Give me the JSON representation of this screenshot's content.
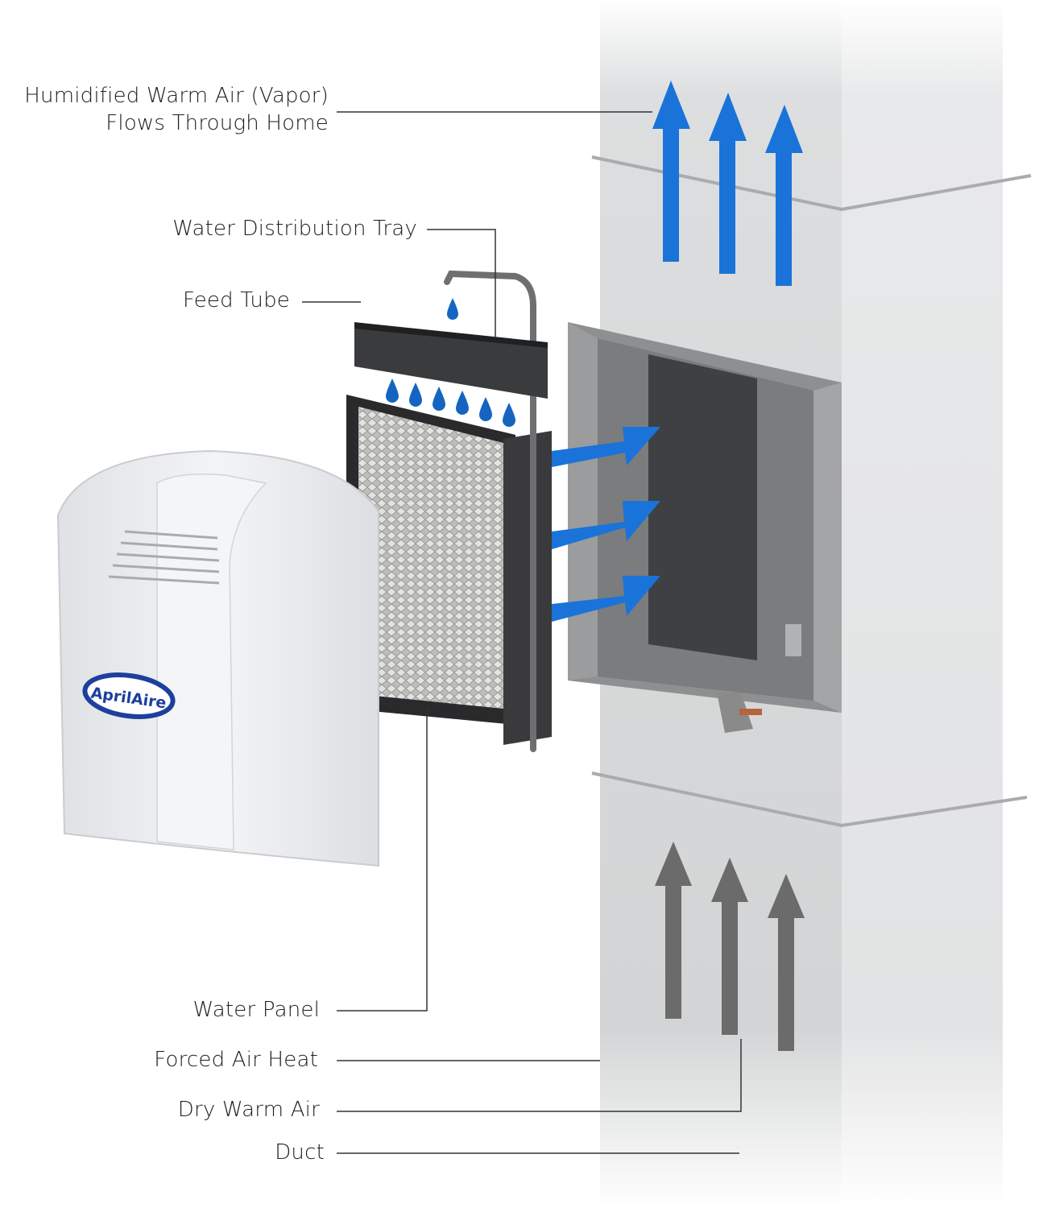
{
  "diagram": {
    "title": "",
    "brand_logo_text": "AprilAire",
    "colors": {
      "vapor_arrow": "#1a73d9",
      "dry_air_arrow": "#6b6b6b",
      "water_drop": "#1565c0",
      "duct": "#d6d8d9",
      "unit_body": "#eceef0",
      "logo_ring": "#1d3f9e",
      "label_text": "#1e1e1e",
      "leader_line": "#333333"
    },
    "labels": {
      "humidified_line1": "Humidified Warm Air (Vapor)",
      "humidified_line2": "Flows Through Home",
      "water_tray": "Water Distribution Tray",
      "feed_tube": "Feed Tube",
      "water_panel": "Water Panel",
      "forced_air": "Forced Air Heat",
      "dry_air": "Dry Warm Air",
      "duct": "Duct"
    },
    "components": [
      "humidifier-cover",
      "water-panel",
      "water-distribution-tray",
      "feed-tube",
      "mounting-housing",
      "supply-duct",
      "vapor-arrows",
      "air-flow-arrows",
      "dry-air-arrows",
      "water-drops"
    ]
  }
}
